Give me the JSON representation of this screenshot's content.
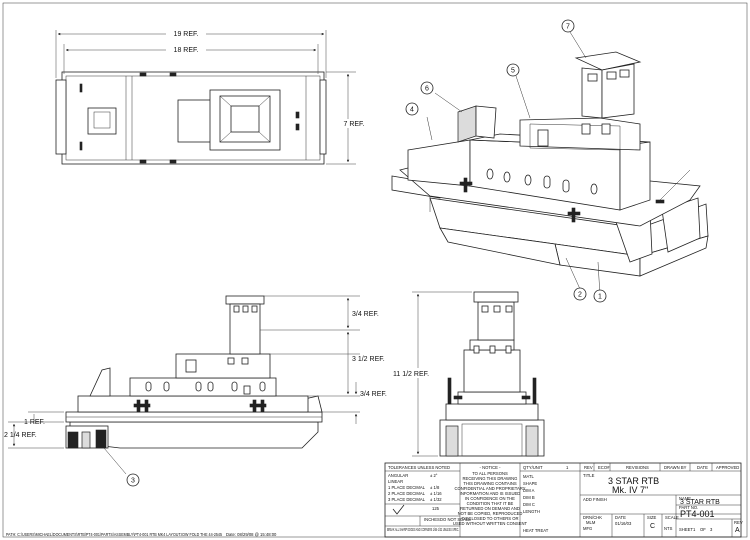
{
  "top_view": {
    "overall_length": "19 REF.",
    "inner_length": "18 REF.",
    "width": "7 REF."
  },
  "side_view": {
    "dim_wheelhouse": "3/4 REF.",
    "dim_cabin": "3 1/2 REF.",
    "dim_deck": "3/4 REF.",
    "dim_fender": "1 REF.",
    "dim_hull": "2 1/4 REF."
  },
  "front_view": {
    "overall_height": "11 1/2 REF."
  },
  "balloons": [
    "1",
    "2",
    "3",
    "4",
    "5",
    "6",
    "7"
  ],
  "notice": {
    "heading": "- NOTICE -",
    "body": [
      "TO ALL PERSONS",
      "RECEIVING THIS DRAWING",
      "THIS DRAWING CONTAINS",
      "CONFIDENTIAL AND PROPRIETARY",
      "INFORMATION AND IS ISSUED",
      "IN CONFIDENCE ON THE",
      "CONDITION THAT IT BE",
      "RETURNED ON DEMAND AND",
      "NOT BE COPIED, REPRODUCED",
      "DISCLOSED TO OTHERS OR",
      "USED WITHOUT WRITTEN CONSENT"
    ]
  },
  "tolerances": {
    "title": "TOLERANCES UNLESS NOTED",
    "rows": [
      {
        "label": "ANGULAR",
        "value": "± 2°"
      },
      {
        "label": "LINEAR",
        "value": ""
      },
      {
        "label": "1 PLACE DECIMAL",
        "value": "± 1/8"
      },
      {
        "label": "2 PLACE DECIMAL",
        "value": "± 1/16"
      },
      {
        "label": "3 PLACE DECIMAL",
        "value": "± 1/32"
      }
    ],
    "finish": "125",
    "units": "INCHES",
    "scale_note": "DO NOT SCALE",
    "break_note": "BREAK ALL SHARP EDGES AND CORNERS 1/64-1/32 UNLESS SPEC."
  },
  "spec_table": {
    "headers": [
      "QTY/UNIT",
      "REV",
      "ECO#",
      "REVISIONS",
      "DRAWN BY",
      "DATE",
      "APPROVED"
    ],
    "qty": "1",
    "rows": [
      "MATL",
      "SHAPE",
      "DIM A",
      "DIM B",
      "DIM C",
      "LENGTH"
    ],
    "finish_label": "ADD FINISH",
    "heat_treat": "HEAT TREAT"
  },
  "title_block": {
    "title_label": "TITLE",
    "title_line1": "3 STAR RTB",
    "title_line2": "Mk. IV  7\"",
    "part_no_label": "PART NO.",
    "part_no": "PT4-001",
    "name_label": "NAME",
    "name": "3 STAR RTB",
    "drawn_label": "DRN/CHK",
    "drawn_by": "MLM",
    "mfg_label": "MFG",
    "date_label": "DATE",
    "date": "01/16/03",
    "scale_label": "SCALE",
    "scale": "NTS",
    "size_label": "SIZE",
    "size": "C",
    "sheet_label": "SHEET",
    "sheet": "1",
    "sheet_of": "3",
    "rev_label": "REV",
    "rev": "A"
  },
  "footer": {
    "path": "PATH: C:\\USERS\\MICHAEL\\DOCUMENTS\\RTB\\PT4-001\\PARTS\\ASSEMBLY\\PT4-001 RTB MK4 LAYOUT.IDW  FOLD THE 44-2545",
    "date": "Date: 08/29/08 @ 15:48:00"
  }
}
